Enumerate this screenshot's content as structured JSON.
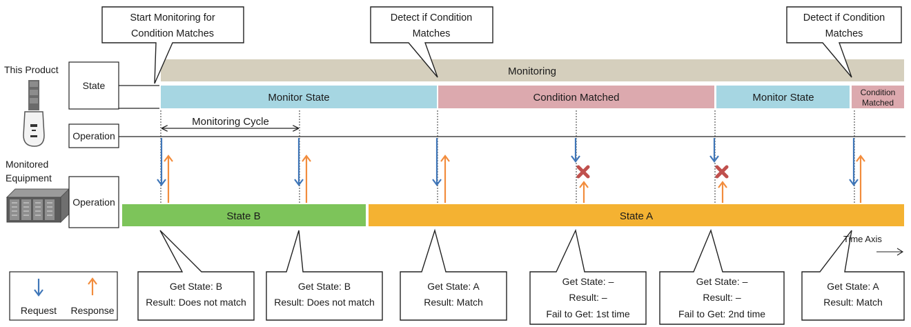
{
  "labels": {
    "this_product": "This Product",
    "state_row": "State",
    "operation_row_top": "Operation",
    "monitored_equipment_line1": "Monitored",
    "monitored_equipment_line2": "Equipment",
    "operation_row_bottom": "Operation",
    "monitoring_cycle": "Monitoring Cycle",
    "time_axis": "Time Axis"
  },
  "bars": {
    "monitoring": "Monitoring",
    "monitor_state_1": "Monitor State",
    "condition_matched_1": "Condition Matched",
    "monitor_state_2": "Monitor State",
    "condition_matched_2_line1": "Condition",
    "condition_matched_2_line2": "Matched",
    "state_b": "State B",
    "state_a": "State A"
  },
  "callouts_top": {
    "start_line1": "Start Monitoring for",
    "start_line2": "Condition Matches",
    "detect1_line1": "Detect if Condition",
    "detect1_line2": "Matches",
    "detect2_line1": "Detect if Condition",
    "detect2_line2": "Matches"
  },
  "callouts_bottom": [
    {
      "line1": "Get State: B",
      "line2": "Result: Does not match",
      "line3": ""
    },
    {
      "line1": "Get State: B",
      "line2": "Result: Does not match",
      "line3": ""
    },
    {
      "line1": "Get State: A",
      "line2": "Result: Match",
      "line3": ""
    },
    {
      "line1": "Get State: –",
      "line2": "Result: –",
      "line3": "Fail to Get: 1st time"
    },
    {
      "line1": "Get State: –",
      "line2": "Result: –",
      "line3": "Fail to Get: 2nd time"
    },
    {
      "line1": "Get State: A",
      "line2": "Result: Match",
      "line3": ""
    }
  ],
  "legend": {
    "request": "Request",
    "response": "Response"
  },
  "colors": {
    "monitoring": "#d5cfbd",
    "monitor_state": "#a6d6e2",
    "condition_matched": "#dca9ae",
    "state_b": "#7dc45a",
    "state_a": "#f4b232",
    "request_arrow": "#3f76b8",
    "response_arrow": "#f28c3c",
    "fail_mark": "#c0504d"
  },
  "icons": [
    "signal-tower-icon",
    "server-rack-icon",
    "fail-x-icon"
  ]
}
